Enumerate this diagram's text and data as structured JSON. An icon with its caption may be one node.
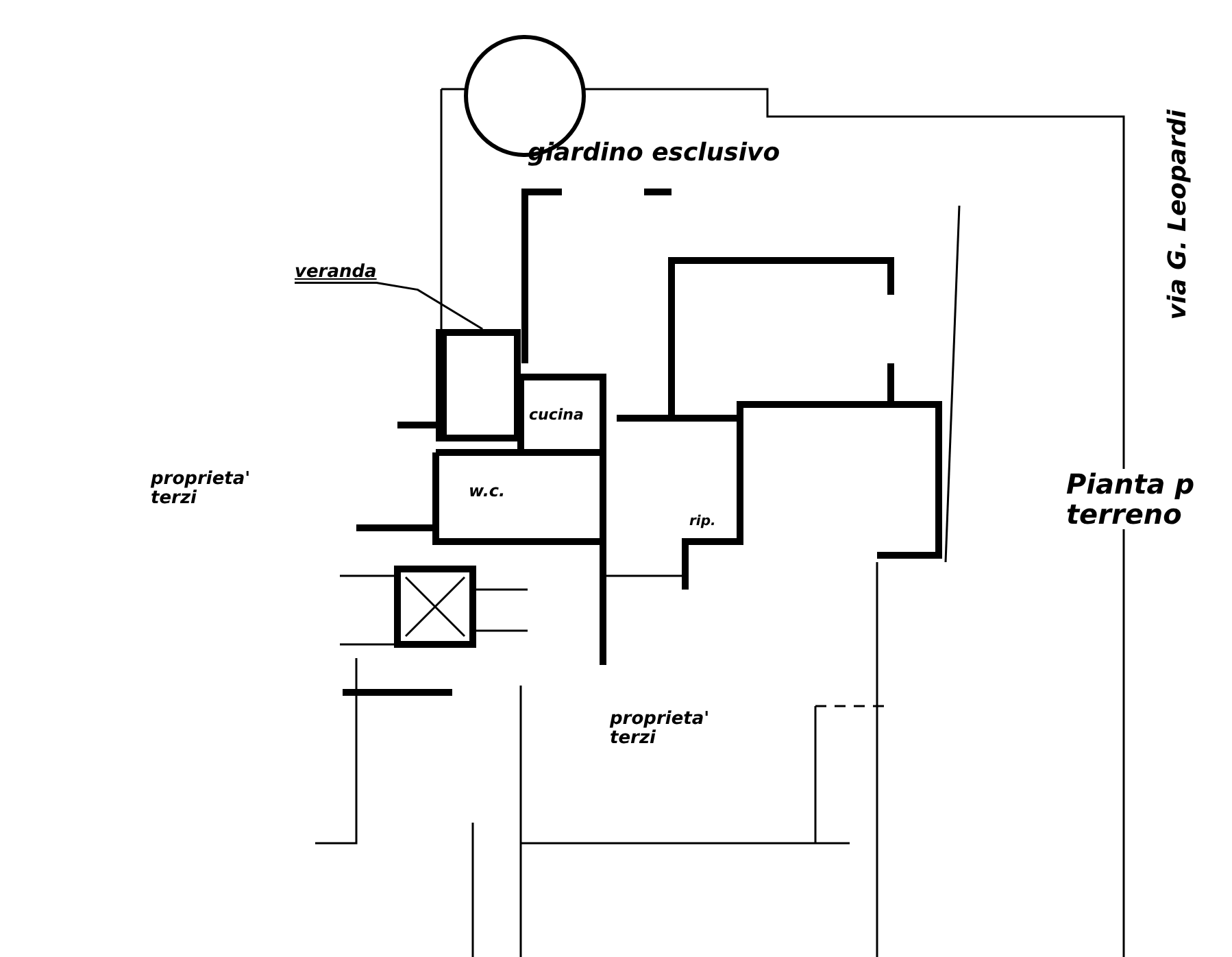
{
  "diagram": {
    "nodes": [
      {
        "text": [
          "veranda"
        ]
      },
      {
        "text": [],
        "shape": "box"
      }
    ],
    "edges": [
      {
        "from": 0,
        "to": 1,
        "arrow": "none"
      }
    ],
    "labels": [
      "giardino esclusivo",
      "via G. Leopardi",
      "cucina",
      "proprieta' terzi",
      "w.c.",
      "rip.",
      "Pianta p terreno",
      "proprieta' terzi"
    ]
  }
}
